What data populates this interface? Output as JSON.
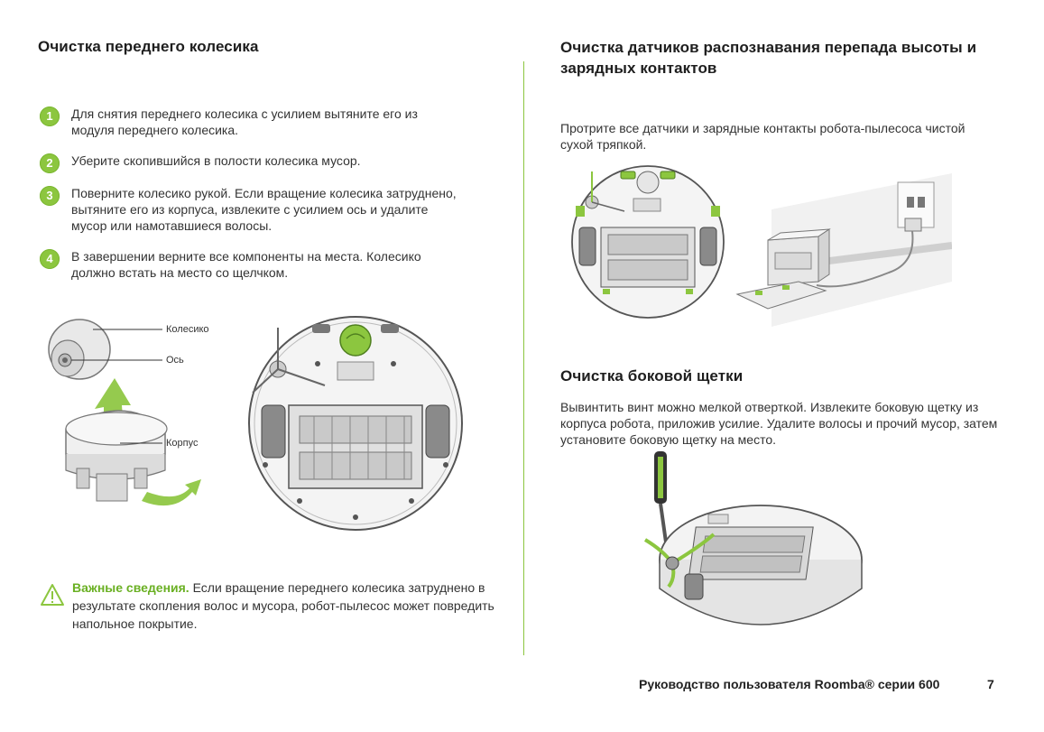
{
  "left": {
    "heading": "Очистка переднего колесика",
    "steps": [
      {
        "num": "1",
        "text": "Для снятия переднего колесика с усилием вытяните его из модуля переднего колесика."
      },
      {
        "num": "2",
        "text": "Уберите скопившийся в полости колесика мусор."
      },
      {
        "num": "3",
        "text": "Поверните колесико рукой. Если вращение колесика затруднено, вытяните его из корпуса, извлеките с усилием ось и удалите мусор или намотавшиеся волосы."
      },
      {
        "num": "4",
        "text": "В завершении верните все компоненты на места. Колесико должно встать на место со щелчком."
      }
    ],
    "labels": {
      "wheel": "Колесико",
      "axle": "Ось",
      "housing": "Корпус"
    },
    "warning": {
      "title": "Важные сведения.",
      "text": " Если вращение переднего колесика затруднено в результате скопления волос и мусора, робот-пылесос может повредить напольное покрытие."
    }
  },
  "right": {
    "heading1": "Очистка датчиков распознавания перепада высоты и зарядных контактов",
    "text1": "Протрите все датчики и зарядные контакты робота-пылесоса чистой сухой тряпкой.",
    "heading2": "Очистка боковой щетки",
    "text2": "Вывинтить винт можно мелкой отверткой. Извлеките боковую щетку из корпуса робота, приложив усилие. Удалите волосы и прочий мусор, затем установите боковую щетку на место."
  },
  "footer": {
    "title": "Руководство пользователя Roomba® серии 600",
    "page": "7"
  },
  "colors": {
    "accent": "#8cc63f",
    "warning_title": "#6ab023"
  },
  "icons": {
    "warning": "warning-triangle-icon"
  }
}
